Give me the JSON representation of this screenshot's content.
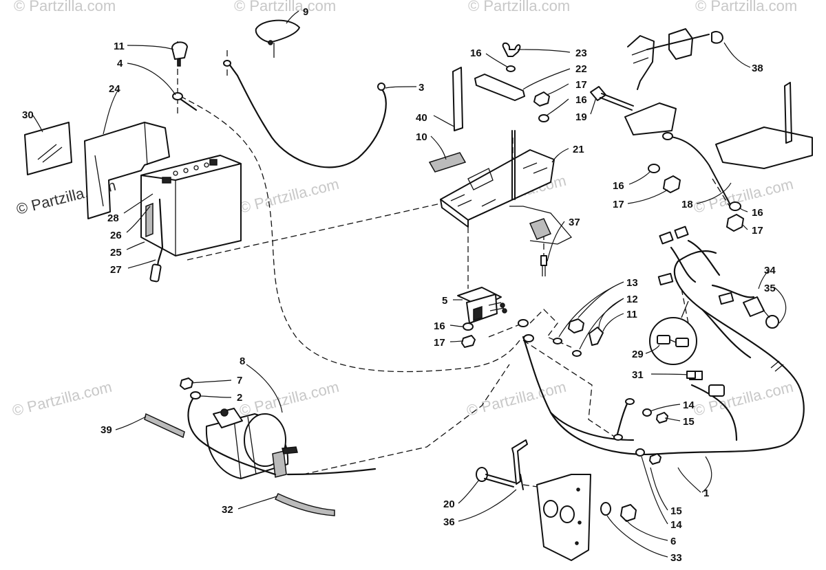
{
  "watermark": {
    "text": "© Partzilla.com"
  },
  "callouts": {
    "c1": "1",
    "c2": "2",
    "c3": "3",
    "c4": "4",
    "c5": "5",
    "c6": "6",
    "c7": "7",
    "c8": "8",
    "c9": "9",
    "c10": "10",
    "c11a": "11",
    "c11b": "11",
    "c12": "12",
    "c13": "13",
    "c14a": "14",
    "c14b": "14",
    "c15a": "15",
    "c15b": "15",
    "c16a": "16",
    "c16b": "16",
    "c16c": "16",
    "c16d": "16",
    "c16e": "16",
    "c17a": "17",
    "c17b": "17",
    "c17c": "17",
    "c17d": "17",
    "c18": "18",
    "c19": "19",
    "c20": "20",
    "c21": "21",
    "c22": "22",
    "c23": "23",
    "c24": "24",
    "c25": "25",
    "c26": "26",
    "c27": "27",
    "c28": "28",
    "c29": "29",
    "c30": "30",
    "c31": "31",
    "c32": "32",
    "c33": "33",
    "c34": "34",
    "c35": "35",
    "c36": "36",
    "c37": "37",
    "c38": "38",
    "c39": "39",
    "c40": "40"
  }
}
